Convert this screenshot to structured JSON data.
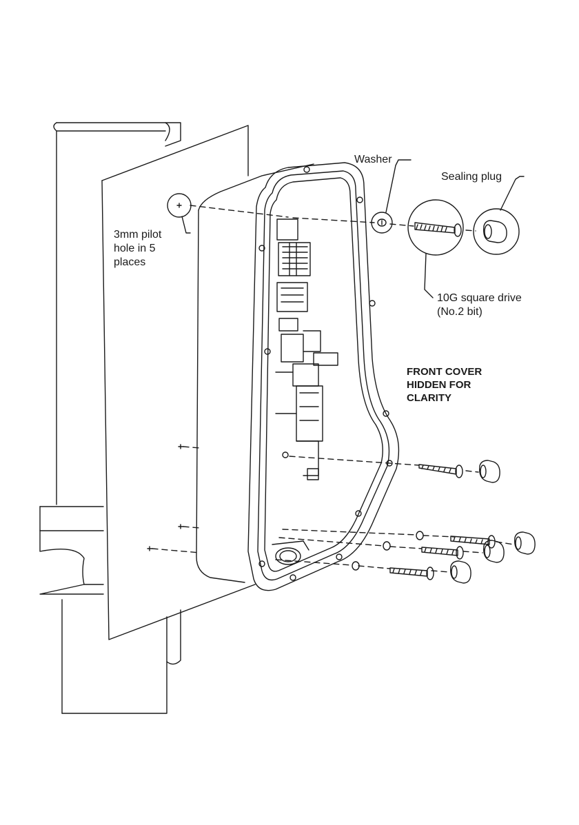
{
  "callouts": {
    "pilot_hole": [
      "3mm pilot",
      "hole in 5",
      "places"
    ],
    "washer": "Washer",
    "sealing_plug": "Sealing plug",
    "screw": [
      "10G square drive",
      "(No.2 bit)"
    ],
    "front_cover_note": [
      "FRONT COVER",
      "HIDDEN FOR",
      "CLARITY"
    ]
  },
  "colors": {
    "line": "#1a1a1a",
    "background": "#ffffff"
  }
}
